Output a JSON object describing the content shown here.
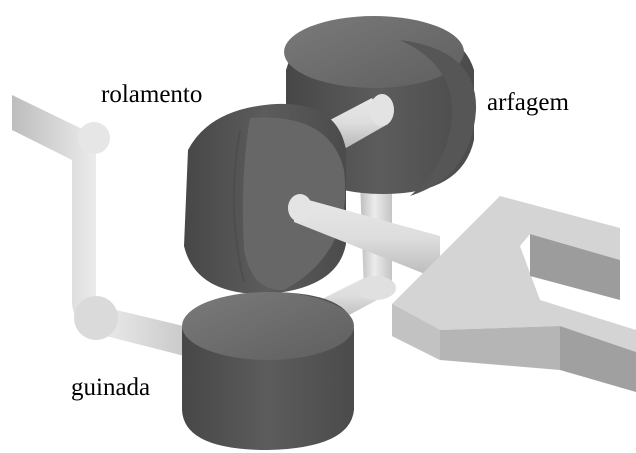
{
  "labels": {
    "roll": "rolamento",
    "pitch": "arfagem",
    "yaw": "guinada"
  },
  "colors": {
    "background": "#ffffff",
    "joint_dark": "#4a4a4a",
    "joint_mid": "#5e5e5e",
    "joint_face": "#666666",
    "link_light": "#d9d9d9",
    "link_mid": "#bdbdbd",
    "gripper_top": "#d3d3d3",
    "gripper_side": "#9e9e9e",
    "gripper_front": "#b3b3b3",
    "text": "#000000"
  },
  "icons": {
    "roll_joint": "cylinder-joint",
    "pitch_joint": "cylinder-joint",
    "yaw_joint": "cylinder-joint",
    "end_effector": "gripper-icon"
  }
}
